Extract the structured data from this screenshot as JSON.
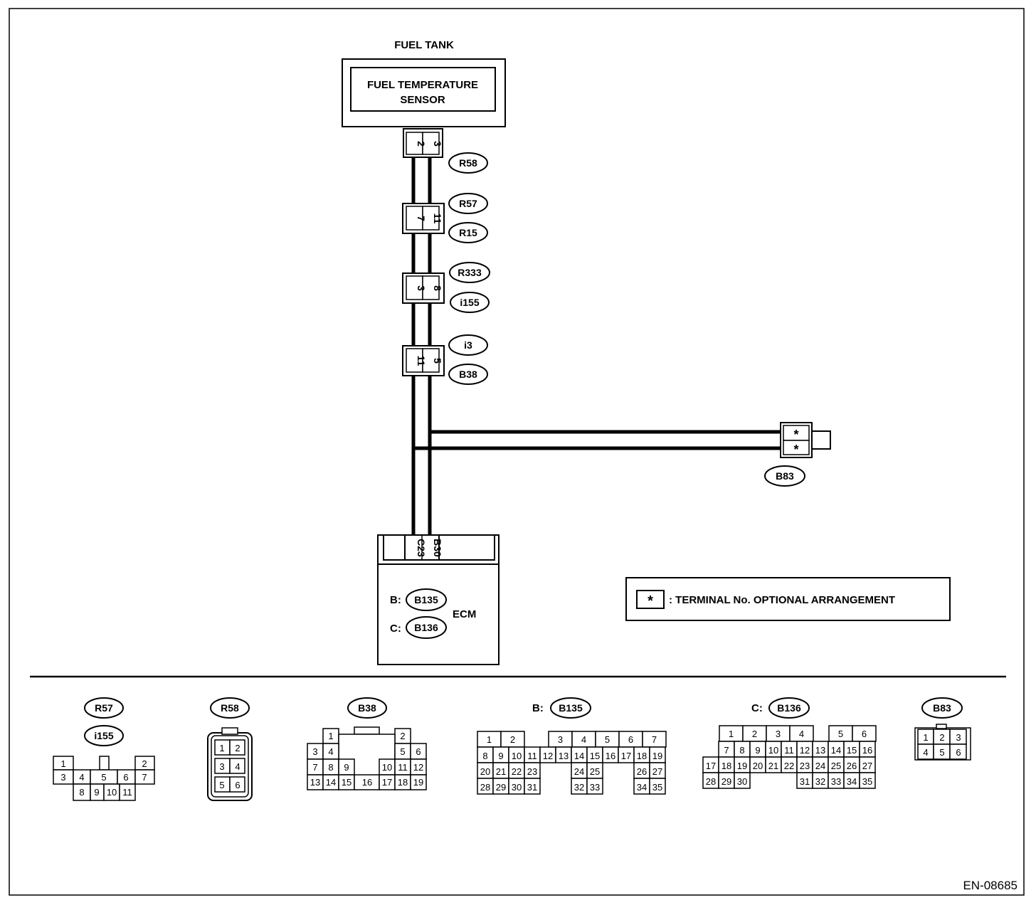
{
  "diagram": {
    "fuel_tank_label": "FUEL TANK",
    "sensor_label_1": "FUEL TEMPERATURE",
    "sensor_label_2": "SENSOR",
    "ecm_label": "ECM",
    "doc_id": "EN-08685",
    "legend": {
      "symbol": "*",
      "text": ": TERMINAL No. OPTIONAL ARRANGEMENT"
    },
    "ecm_prefix_b": "B:",
    "ecm_prefix_c": "C:",
    "connectors": {
      "sensor": {
        "code": "R58",
        "pins": [
          "2",
          "3"
        ]
      },
      "joint1": {
        "codes": [
          "R57",
          "R15"
        ],
        "pins": [
          "7",
          "11"
        ]
      },
      "joint2": {
        "codes": [
          "R333",
          "i155"
        ],
        "pins": [
          "3",
          "8"
        ]
      },
      "joint3": {
        "codes": [
          "i3",
          "B38"
        ],
        "pins": [
          "11",
          "5"
        ]
      },
      "b83": {
        "code": "B83",
        "pins": [
          "*",
          "*"
        ]
      },
      "ecm": {
        "codes": [
          "B135",
          "B136"
        ],
        "pins": [
          "C23",
          "B30"
        ]
      }
    }
  },
  "connector_views": {
    "r57_i155": {
      "codes": [
        "R57",
        "i155"
      ],
      "row1": [
        "1",
        "2"
      ],
      "row2": [
        "3",
        "4",
        "5",
        "6",
        "7"
      ],
      "row3": [
        "8",
        "9",
        "10",
        "11"
      ]
    },
    "r58": {
      "code": "R58",
      "pins": [
        "1",
        "2",
        "3",
        "4",
        "5",
        "6"
      ]
    },
    "b38": {
      "code": "B38",
      "row1": [
        "1",
        "2"
      ],
      "row2": [
        "3",
        "4",
        "5",
        "6"
      ],
      "row3": [
        "7",
        "8",
        "9",
        "10",
        "11",
        "12"
      ],
      "row4": [
        "13",
        "14",
        "15",
        "16",
        "17",
        "18",
        "19"
      ]
    },
    "b135": {
      "prefix": "B:",
      "code": "B135",
      "row1": [
        "1",
        "2",
        "3",
        "4",
        "5",
        "6",
        "7"
      ],
      "row2": [
        "8",
        "9",
        "10",
        "11",
        "12",
        "13",
        "14",
        "15",
        "16",
        "17",
        "18",
        "19"
      ],
      "row3": [
        "20",
        "21",
        "22",
        "23",
        "24",
        "25",
        "26",
        "27"
      ],
      "row4": [
        "28",
        "29",
        "30",
        "31",
        "32",
        "33",
        "34",
        "35"
      ]
    },
    "b136": {
      "prefix": "C:",
      "code": "B136",
      "row1": [
        "1",
        "2",
        "3",
        "4",
        "5",
        "6"
      ],
      "row2": [
        "7",
        "8",
        "9",
        "10",
        "11",
        "12",
        "13",
        "14",
        "15",
        "16"
      ],
      "row3": [
        "17",
        "18",
        "19",
        "20",
        "21",
        "22",
        "23",
        "24",
        "25",
        "26",
        "27"
      ],
      "row4": [
        "28",
        "29",
        "30",
        "31",
        "32",
        "33",
        "34",
        "35"
      ]
    },
    "b83": {
      "code": "B83",
      "pins": [
        "1",
        "2",
        "3",
        "4",
        "5",
        "6"
      ]
    }
  }
}
